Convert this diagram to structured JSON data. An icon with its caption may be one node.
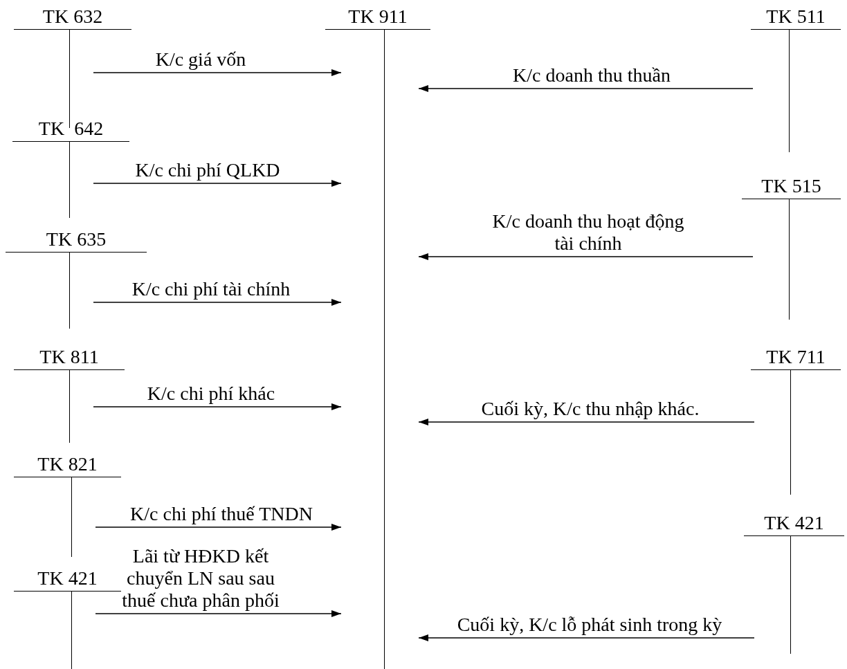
{
  "diagram": {
    "nodes": [
      {
        "text": [
          "TK 632"
        ]
      },
      {
        "text": [
          "TK 911"
        ]
      },
      {
        "text": [
          "TK 511"
        ]
      },
      {
        "text": [
          "TK  642"
        ]
      },
      {
        "text": [
          "TK 515"
        ]
      },
      {
        "text": [
          "TK 635"
        ]
      },
      {
        "text": [
          "TK 811"
        ]
      },
      {
        "text": [
          "TK 711"
        ]
      },
      {
        "text": [
          "TK 821"
        ]
      },
      {
        "text": [
          "TK 421"
        ]
      },
      {
        "text": [
          "TK 421"
        ]
      }
    ],
    "edges": [
      {
        "from": 0,
        "to": 1,
        "arrow": "to",
        "label": "K/c giá vốn"
      },
      {
        "from": 2,
        "to": 1,
        "arrow": "to",
        "label": "K/c doanh thu thuần"
      },
      {
        "from": 3,
        "to": 1,
        "arrow": "to",
        "label": "K/c chi phí QLKD"
      },
      {
        "from": 4,
        "to": 1,
        "arrow": "to",
        "label": "K/c doanh thu hoạt động tài chính"
      },
      {
        "from": 5,
        "to": 1,
        "arrow": "to",
        "label": "K/c chi phí tài chính"
      },
      {
        "from": 6,
        "to": 1,
        "arrow": "to",
        "label": "K/c chi phí khác"
      },
      {
        "from": 7,
        "to": 1,
        "arrow": "to",
        "label": "Cuối kỳ, K/c thu nhập khác."
      },
      {
        "from": 8,
        "to": 1,
        "arrow": "to",
        "label": "K/c chi phí thuế TNDN"
      },
      {
        "from": 10,
        "to": 1,
        "arrow": "to",
        "label": "Lãi từ HĐKD kết chuyển LN sau sau thuế chưa phân phối"
      },
      {
        "from": 9,
        "to": 1,
        "arrow": "to",
        "label": "Cuối kỳ, K/c lỗ phát sinh trong kỳ"
      }
    ]
  }
}
